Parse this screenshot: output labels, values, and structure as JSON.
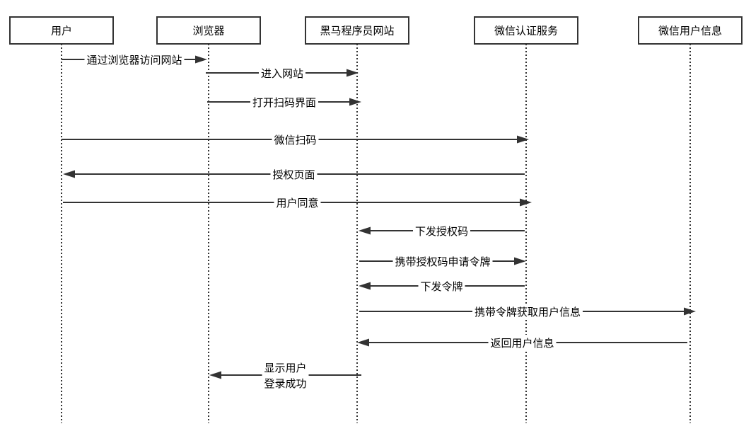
{
  "participants": [
    {
      "id": "user",
      "label": "用户"
    },
    {
      "id": "browser",
      "label": "浏览器"
    },
    {
      "id": "site",
      "label": "黑马程序员网站"
    },
    {
      "id": "wxauth",
      "label": "微信认证服务"
    },
    {
      "id": "wxinfo",
      "label": "微信用户信息"
    }
  ],
  "messages": [
    {
      "from": "user",
      "to": "browser",
      "label": "通过浏览器访问网站"
    },
    {
      "from": "browser",
      "to": "site",
      "label": "进入网站"
    },
    {
      "from": "browser",
      "to": "site",
      "label": "打开扫码界面"
    },
    {
      "from": "user",
      "to": "wxauth",
      "label": "微信扫码"
    },
    {
      "from": "wxauth",
      "to": "user",
      "label": "授权页面"
    },
    {
      "from": "user",
      "to": "wxauth",
      "label": "用户同意"
    },
    {
      "from": "wxauth",
      "to": "site",
      "label": "下发授权码"
    },
    {
      "from": "site",
      "to": "wxauth",
      "label": "携带授权码申请令牌"
    },
    {
      "from": "wxauth",
      "to": "site",
      "label": "下发令牌"
    },
    {
      "from": "site",
      "to": "wxinfo",
      "label": "携带令牌获取用户信息"
    },
    {
      "from": "wxinfo",
      "to": "site",
      "label": "返回用户信息"
    },
    {
      "from": "site",
      "to": "browser",
      "label": "显示用户\n登录成功"
    }
  ],
  "colors": {
    "line": "#333333",
    "text": "#000000",
    "background": "#ffffff"
  }
}
